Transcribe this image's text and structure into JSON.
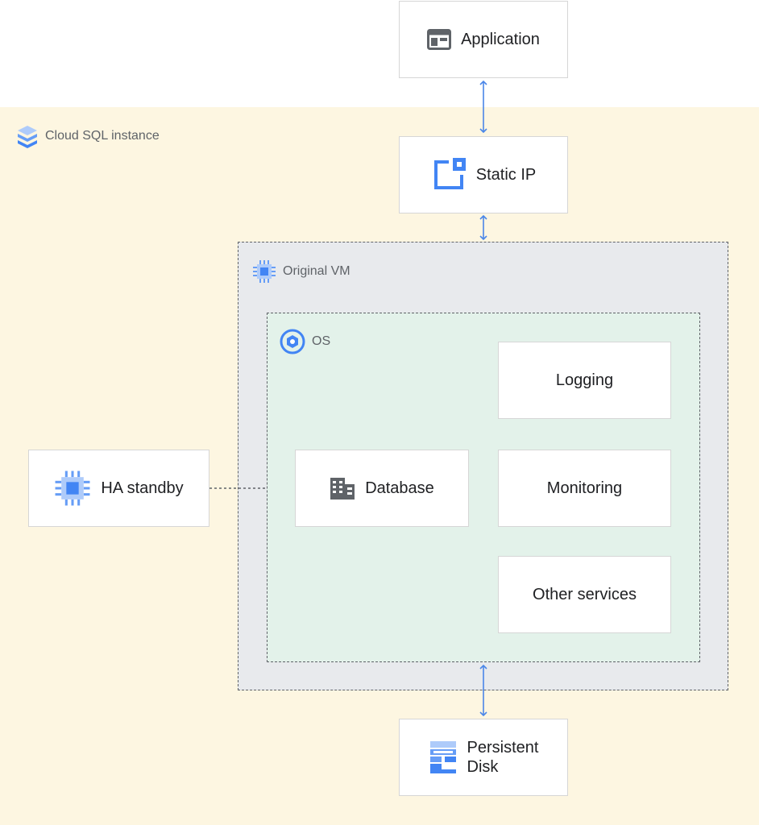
{
  "diagram": {
    "application": "Application",
    "static_ip": "Static IP",
    "cloud_sql": "Cloud SQL instance",
    "original_vm": "Original VM",
    "os": "OS",
    "logging": "Logging",
    "database": "Database",
    "monitoring": "Monitoring",
    "other_services": "Other services",
    "ha_standby": "HA standby",
    "persistent_disk_line1": "Persistent",
    "persistent_disk_line2": "Disk"
  },
  "colors": {
    "instance_bg": "#fdf6e1",
    "vm_bg": "#e8eaed",
    "os_bg": "#e3f2ea",
    "arrow": "#4a86e8",
    "icon_blue": "#4285f4",
    "icon_gray": "#5f6368"
  },
  "icons": {
    "application": "application-window-icon",
    "static_ip": "static-ip-icon",
    "cloud_sql": "cloud-sql-icon",
    "original_vm": "compute-chip-icon",
    "os": "os-gear-icon",
    "database": "building-icon",
    "ha_standby": "compute-chip-icon",
    "persistent_disk": "persistent-disk-icon"
  }
}
